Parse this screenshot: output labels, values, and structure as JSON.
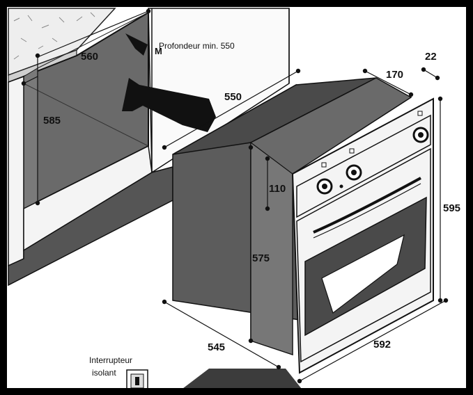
{
  "diagram": {
    "note_depth": "Profondeur min. 550",
    "label_m": "M",
    "switch_line1": "Interrupteur",
    "switch_line2": "isolant",
    "dimensions": {
      "niche_width": "560",
      "niche_height": "585",
      "depth_550": "550",
      "back_170": "170",
      "clearance_22": "22",
      "control_110": "110",
      "body_575": "575",
      "front_595": "595",
      "side_545": "545",
      "front_592": "592"
    }
  },
  "colors": {
    "frame": "#000000",
    "dark_fill": "#5a5a5a",
    "mid_fill": "#6f6f6f",
    "light_fill": "#f4f4f4",
    "window": "#4a4a4a"
  }
}
